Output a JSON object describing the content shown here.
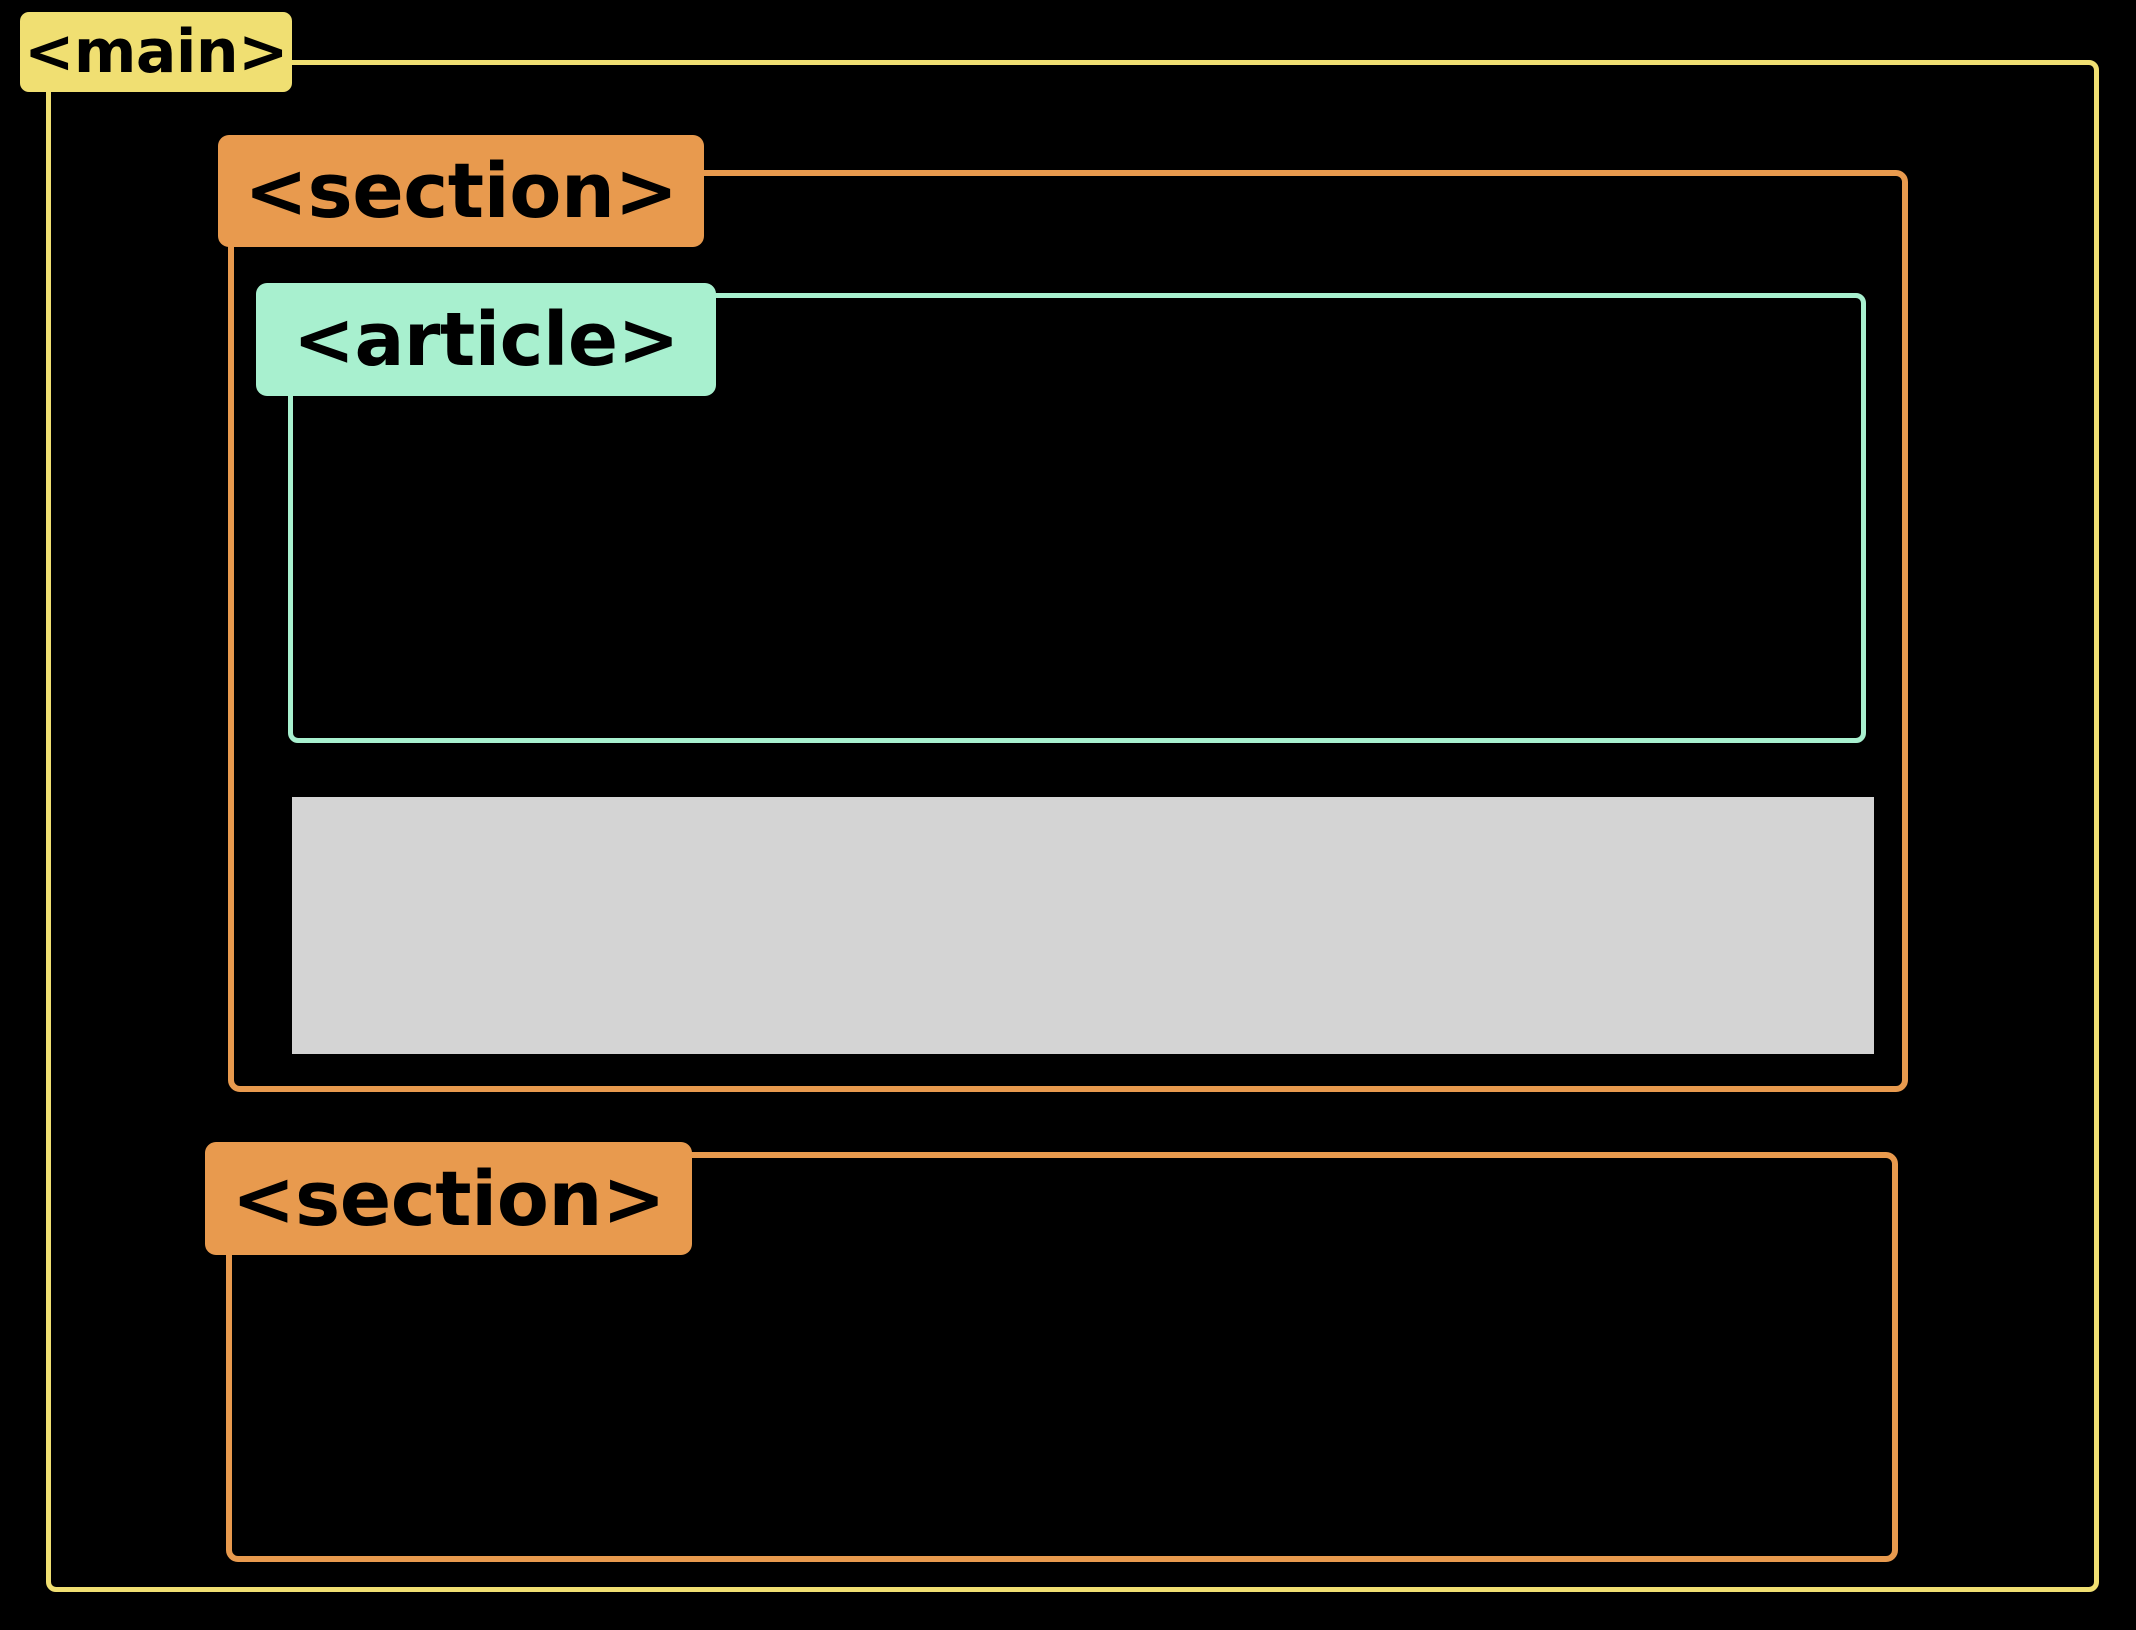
{
  "diagram": {
    "title": "HTML semantic element nesting diagram",
    "background_color": "#000000",
    "colors": {
      "main_yellow": "#f0df72",
      "section_orange": "#e89a4e",
      "article_mint": "#a8f0cf",
      "content_gray": "#d4d4d4",
      "label_text": "#000000"
    },
    "nodes": [
      {
        "id": "main",
        "label": "<main>",
        "color": "#f0df72",
        "depth": 0
      },
      {
        "id": "section-1",
        "label": "<section>",
        "color": "#e89a4e",
        "depth": 1
      },
      {
        "id": "article",
        "label": "<article>",
        "color": "#a8f0cf",
        "depth": 2
      },
      {
        "id": "content-block",
        "label": "",
        "color": "#d4d4d4",
        "depth": 2
      },
      {
        "id": "section-2",
        "label": "<section>",
        "color": "#e89a4e",
        "depth": 1
      }
    ]
  }
}
